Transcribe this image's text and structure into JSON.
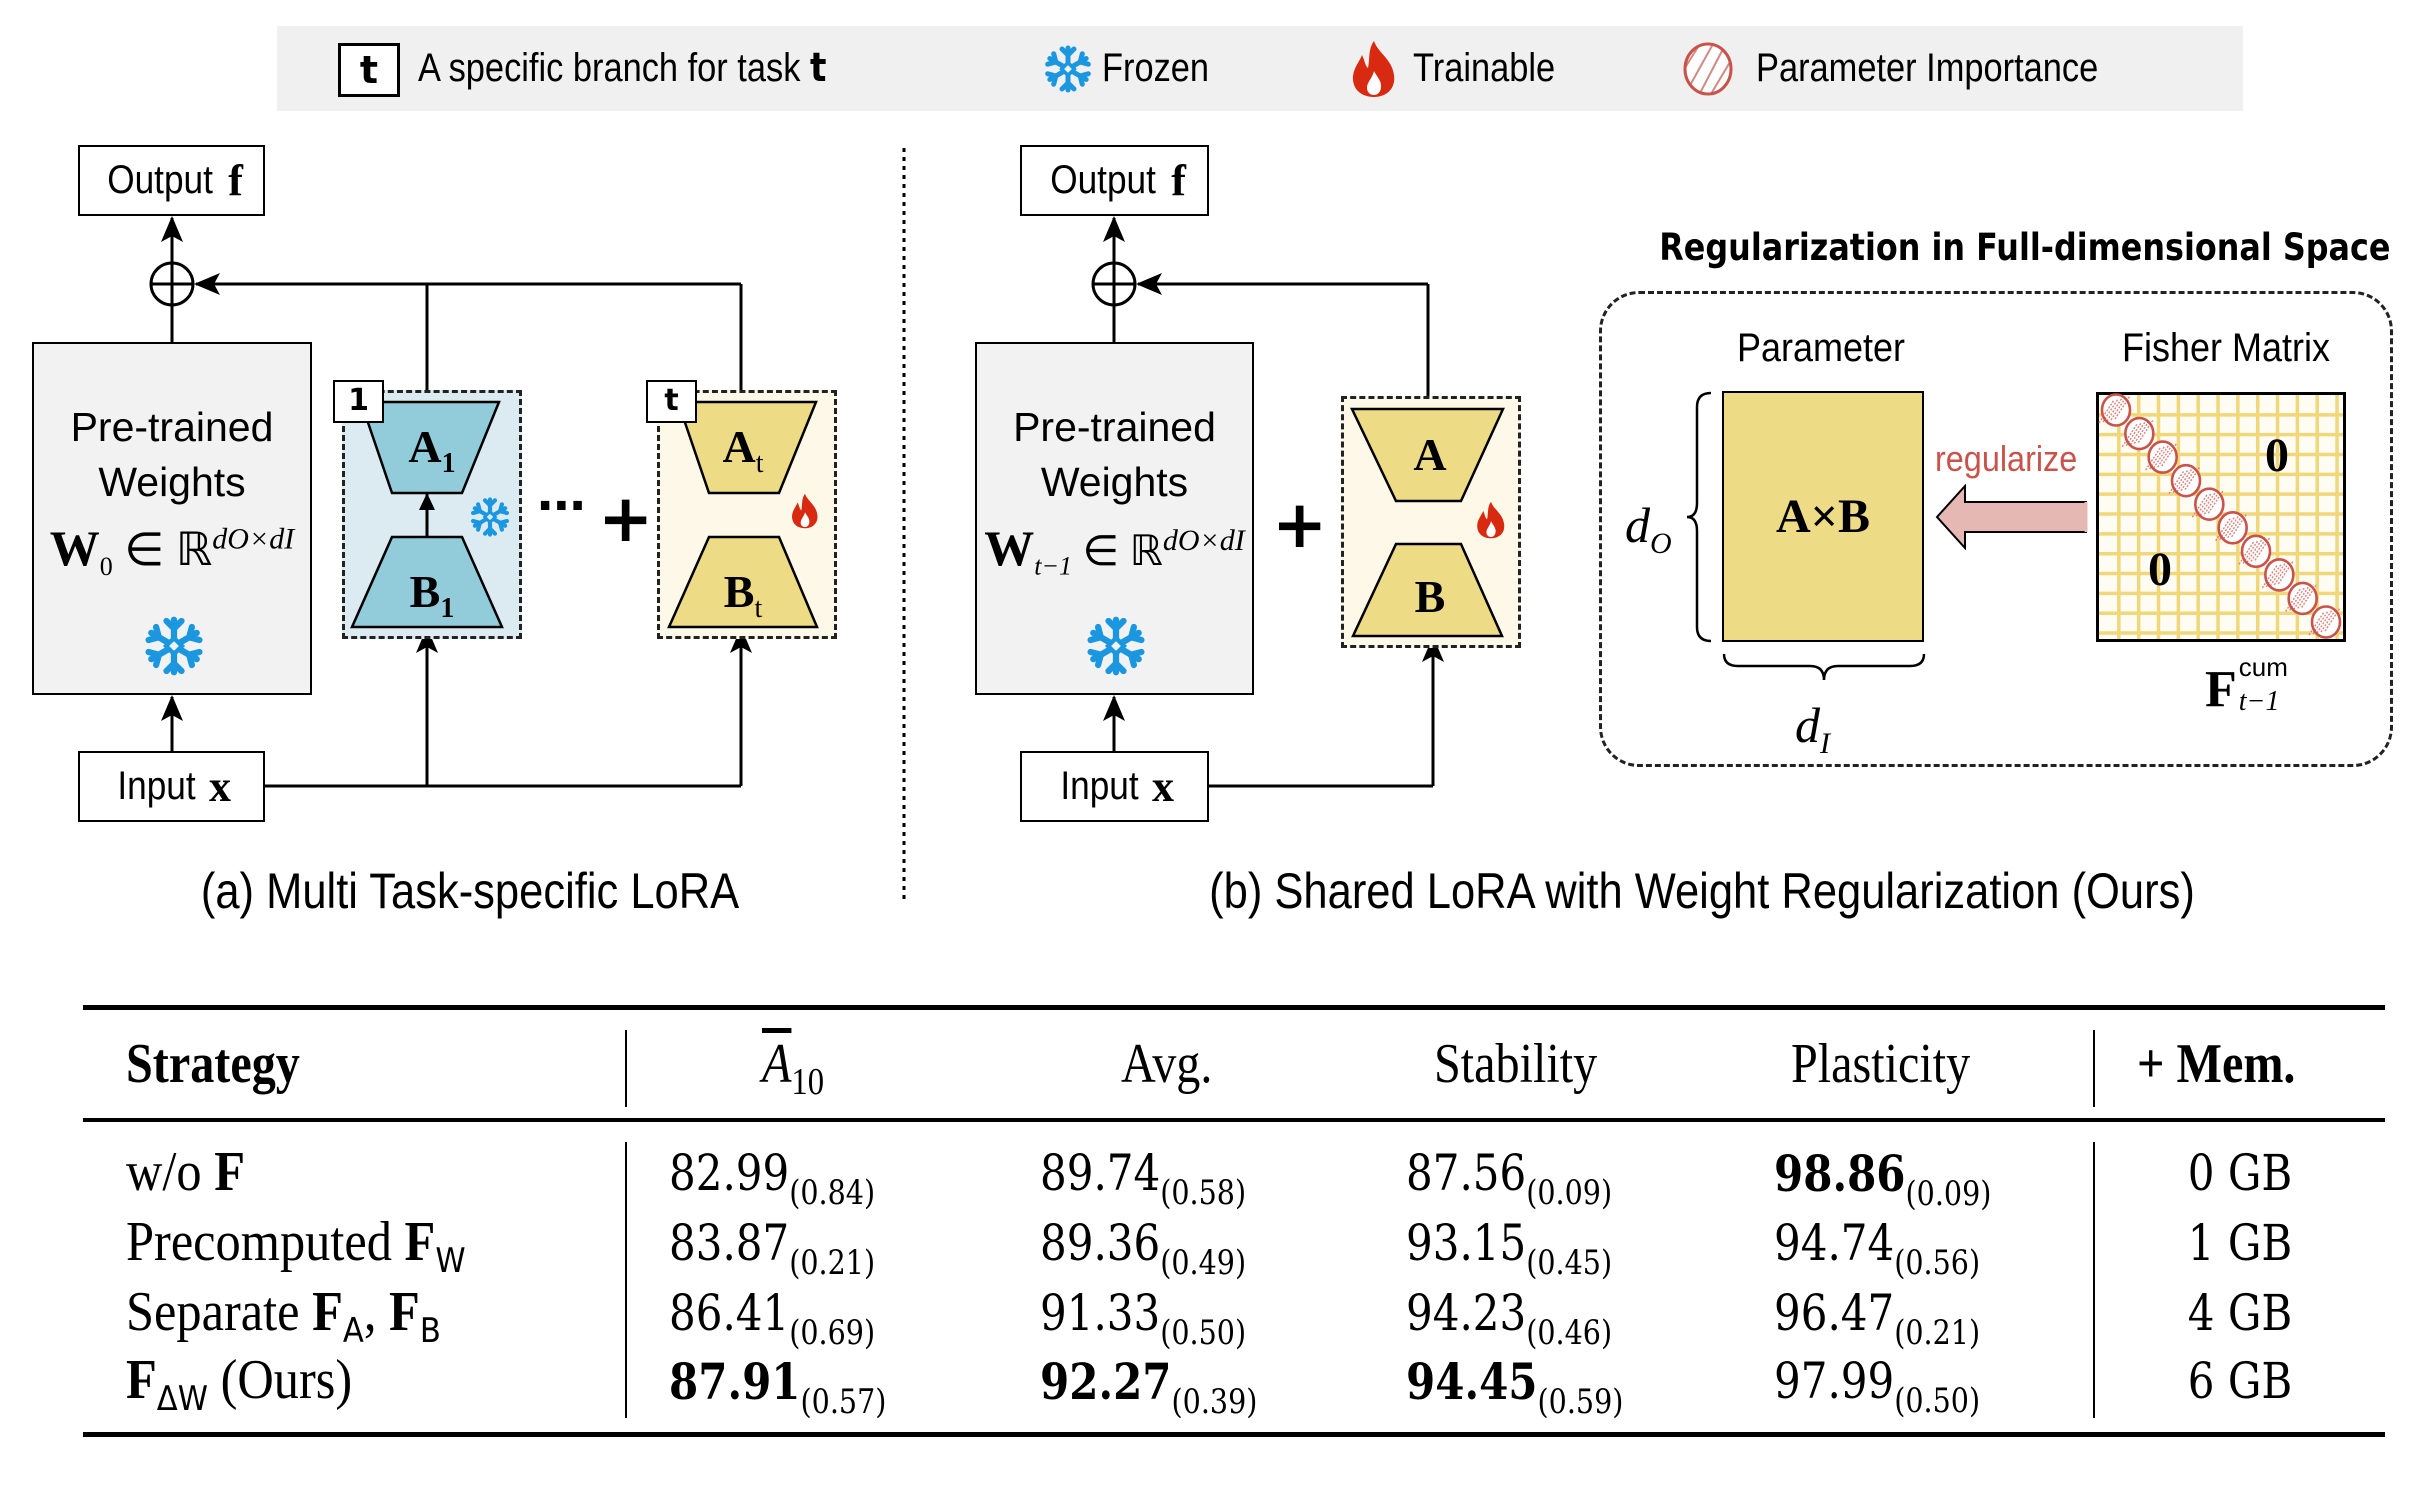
{
  "legend": {
    "branch_box_glyph": "t",
    "branch_text": "A specific branch for task ",
    "branch_text_bold": "t",
    "frozen_icon": "snowflake-icon",
    "frozen_label": "Frozen",
    "trainable_icon": "flame-icon",
    "trainable_label": "Trainable",
    "importance_icon": "hatched-circle-icon",
    "importance_label": "Parameter Importance"
  },
  "panel_a": {
    "output_label": "Output",
    "output_symbol": "f",
    "input_label": "Input",
    "input_symbol": "x",
    "weights_line1": "Pre-trained",
    "weights_line2": "Weights",
    "weights_symbol": "W",
    "weights_subscript": "0",
    "weights_space": "∈ ℝ",
    "weights_dims": "dO×dI",
    "branch1_tag": "1",
    "branch1_a": "A",
    "branch1_a_sub": "1",
    "branch1_b": "B",
    "branch1_b_sub": "1",
    "ellipsis": "···",
    "plus": "+",
    "brancht_tag": "t",
    "brancht_a": "A",
    "brancht_a_sub": "t",
    "brancht_b": "B",
    "brancht_b_sub": "t",
    "caption": "(a) Multi Task-specific LoRA"
  },
  "panel_b": {
    "output_label": "Output",
    "output_symbol": "f",
    "input_label": "Input",
    "input_symbol": "x",
    "weights_line1": "Pre-trained",
    "weights_line2": "Weights",
    "weights_symbol": "W",
    "weights_subscript": "t−1",
    "weights_space": "∈ ℝ",
    "weights_dims": "dO×dI",
    "plus": "+",
    "lora_a": "A",
    "lora_b": "B",
    "caption": "(b) Shared LoRA with Weight Regularization (Ours)"
  },
  "regularization": {
    "title": "Regularization in Full-dimensional Space",
    "parameter_label": "Parameter",
    "parameter_content": "A×B",
    "dim_out": "d",
    "dim_out_sub": "O",
    "dim_in": "d",
    "dim_in_sub": "I",
    "arrow_label": "regularize",
    "fisher_label": "Fisher Matrix",
    "fisher_zero_upper": "0",
    "fisher_zero_lower": "0",
    "fisher_symbol": "F",
    "fisher_sup": "cum",
    "fisher_sub": "t−1",
    "diagonal_count": 10
  },
  "colors": {
    "frozen_blue": "#1b97e0",
    "flame_red": "#d82a10",
    "importance_red": "#c9534a",
    "lora_yellow": "#eedb86",
    "frozen_lora_blue": "#92cbd9",
    "frozen_branch_bg": "#dcebf1",
    "trainable_branch_bg": "#fdf8e8",
    "weights_gray": "#f2f2f2",
    "legend_bg": "#f0f0f0",
    "arrow_pink": "#e6b8b4"
  },
  "table": {
    "headers": {
      "strategy": "Strategy",
      "a10": "A",
      "a10_sub": "10",
      "avg": "Avg.",
      "stability": "Stability",
      "plasticity": "Plasticity",
      "mem": "+ Mem."
    },
    "rows": [
      {
        "label_prefix": "w/o ",
        "label_symbol": "F",
        "label_sub": "",
        "label_suffix": "",
        "a10": {
          "value": "82.99",
          "sd": "(0.84)",
          "bold": false
        },
        "avg": {
          "value": "89.74",
          "sd": "(0.58)",
          "bold": false
        },
        "stability": {
          "value": "87.56",
          "sd": "(0.09)",
          "bold": false
        },
        "plasticity": {
          "value": "98.86",
          "sd": "(0.09)",
          "bold": true
        },
        "mem": "0 GB"
      },
      {
        "label_prefix": "Precomputed ",
        "label_symbol": "F",
        "label_sub": "W",
        "label_suffix": "",
        "a10": {
          "value": "83.87",
          "sd": "(0.21)",
          "bold": false
        },
        "avg": {
          "value": "89.36",
          "sd": "(0.49)",
          "bold": false
        },
        "stability": {
          "value": "93.15",
          "sd": "(0.45)",
          "bold": false
        },
        "plasticity": {
          "value": "94.74",
          "sd": "(0.56)",
          "bold": false
        },
        "mem": "1 GB"
      },
      {
        "label_prefix": "Separate ",
        "label_symbol": "F",
        "label_sub": "A",
        "label_suffix": ", ",
        "label_symbol2": "F",
        "label_sub2": "B",
        "a10": {
          "value": "86.41",
          "sd": "(0.69)",
          "bold": false
        },
        "avg": {
          "value": "91.33",
          "sd": "(0.50)",
          "bold": false
        },
        "stability": {
          "value": "94.23",
          "sd": "(0.46)",
          "bold": false
        },
        "plasticity": {
          "value": "96.47",
          "sd": "(0.21)",
          "bold": false
        },
        "mem": "4 GB"
      },
      {
        "label_prefix": "",
        "label_symbol": "F",
        "label_sub": "ΔW",
        "label_suffix": " (Ours)",
        "a10": {
          "value": "87.91",
          "sd": "(0.57)",
          "bold": true
        },
        "avg": {
          "value": "92.27",
          "sd": "(0.39)",
          "bold": true
        },
        "stability": {
          "value": "94.45",
          "sd": "(0.59)",
          "bold": true
        },
        "plasticity": {
          "value": "97.99",
          "sd": "(0.50)",
          "bold": false
        },
        "mem": "6 GB"
      }
    ]
  }
}
